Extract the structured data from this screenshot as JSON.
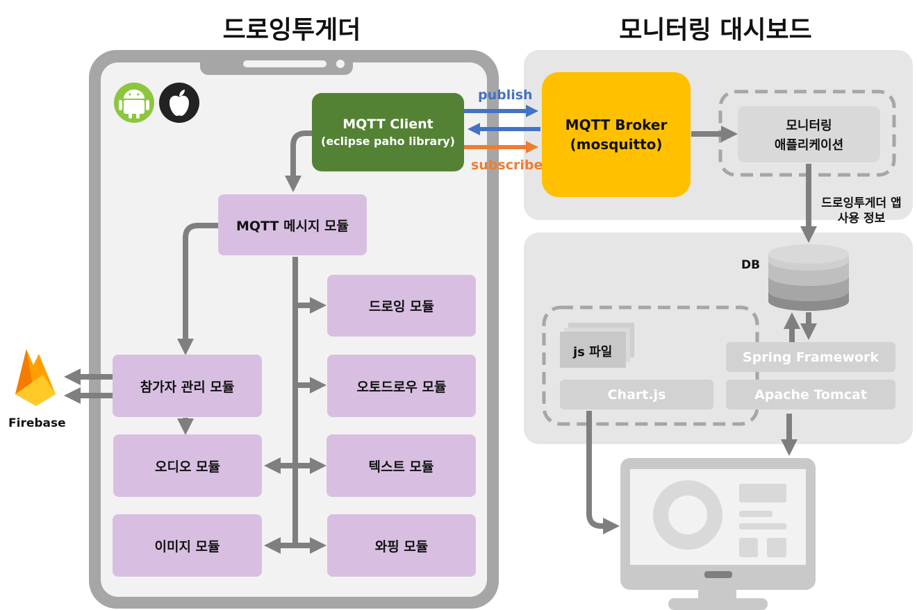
{
  "titles": {
    "left": "드로잉투게더",
    "right": "모니터링 대시보드"
  },
  "client": {
    "line1": "MQTT Client",
    "line2": "(eclipse paho library)"
  },
  "broker": {
    "line1": "MQTT Broker",
    "line2": "(mosquitto)"
  },
  "arrows": {
    "publish": "publish",
    "subscribe": "subscribe"
  },
  "modules": {
    "mqtt_message": "MQTT 메시지 모듈",
    "drawing": "드로잉 모듈",
    "participant": "참가자 관리 모듈",
    "autodraw": "오토드로우 모듈",
    "audio": "오디오 모듈",
    "text": "텍스트 모듈",
    "image": "이미지 모듈",
    "warping": "와핑 모듈"
  },
  "firebase": {
    "label": "Firebase"
  },
  "monitor_app": {
    "line1": "모니터링",
    "line2": "애플리케이션"
  },
  "usage_info": {
    "line1": "드로잉투게더 앱",
    "line2": "사용 정보"
  },
  "db": {
    "label": "DB"
  },
  "js_file": {
    "label": "js 파일"
  },
  "chartjs": {
    "label": "Chart.js"
  },
  "spring": {
    "label": "Spring Framework"
  },
  "tomcat": {
    "label": "Apache Tomcat"
  },
  "colors": {
    "client_green": "#548235",
    "broker_yellow": "#ffc000",
    "publish_blue": "#4472c4",
    "subscribe_orange": "#ed7d31",
    "module_purple": "#d8bfe2",
    "arrow_gray": "#7f7f7f",
    "panel_gray": "#e6e6e6",
    "device_frame": "#a6a6a6",
    "android_green": "#8cc63f",
    "firebase_orange": "#ffa000"
  },
  "icons": {
    "android": "android-icon",
    "apple": "apple-icon",
    "firebase": "firebase-flame-icon",
    "database": "database-icon",
    "monitor": "desktop-monitor-icon"
  }
}
